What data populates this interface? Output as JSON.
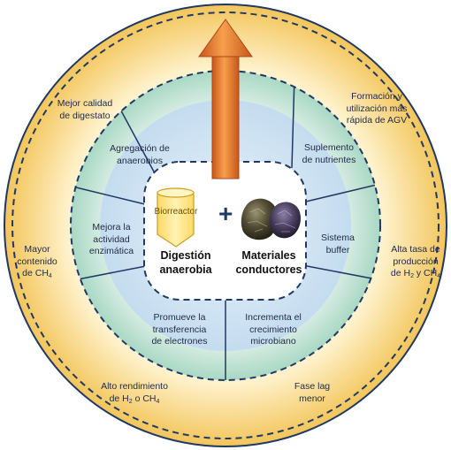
{
  "outer_ring": {
    "top_right": {
      "line1": "Formación y",
      "line2": "utilización más",
      "line3": "rápida de AGV"
    },
    "right": {
      "line1": "Alta tasa de",
      "line2": "producción",
      "line3_pre": "de H",
      "sub1": "2",
      "line3_mid": " y CH",
      "sub2": "4"
    },
    "bottom_right": {
      "line1": "Fase lag",
      "line2": "menor"
    },
    "bottom_left": {
      "line1": "Alto rendimiento",
      "line2_pre": "de H",
      "sub1": "2",
      "line2_mid": " o CH",
      "sub2": "4"
    },
    "left": {
      "line1": "Mayor",
      "line2": "contenido",
      "line3_pre": "de CH",
      "sub1": "4"
    },
    "top_left": {
      "line1": "Mejor calidad",
      "line2": "de digestato"
    }
  },
  "middle_ring": {
    "top_left": {
      "line1": "Agregación de",
      "line2": "anaerobios"
    },
    "top_right": {
      "line1": "Suplemento",
      "line2": "de nutrientes"
    },
    "left": {
      "line1": "Mejora la",
      "line2": "actividad",
      "line3": "enzimática"
    },
    "right": {
      "line1": "Sistema",
      "line2": "buffer"
    },
    "bottom_left": {
      "line1": "Promueve la",
      "line2": "transferencia",
      "line3": "de electrones"
    },
    "bottom_right": {
      "line1": "Incrementa el",
      "line2": "crecimiento",
      "line3": "microbiano"
    }
  },
  "core": {
    "bioreactor_label": "Biorreactor",
    "plus": "+",
    "left_title": {
      "line1": "Digestión",
      "line2": "anaerobia"
    },
    "right_title": {
      "line1": "Materiales",
      "line2": "conductores"
    }
  },
  "colors": {
    "outer_fill_center": "#fffbe8",
    "outer_fill_edge": "#f3c55a",
    "middle_fill_center": "#e9f4ef",
    "middle_fill_edge": "#a9d8c4",
    "blue_ring_fill": "#cfe3f3",
    "core_fill": "#ffffff",
    "border": "#1f3864",
    "arrow_light": "#f6a04d",
    "arrow_dark": "#c8561a",
    "bioreactor_fill": "#ffe58a",
    "bioreactor_stroke": "#c8a020"
  }
}
